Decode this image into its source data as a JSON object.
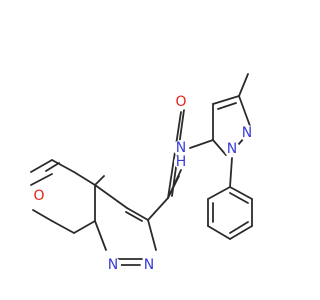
{
  "colors": {
    "carbon": "#2a2a2a",
    "nitrogen": "#3a3ad8",
    "oxygen": "#e0251b",
    "background": "#ffffff"
  },
  "atoms": {
    "pyran_o": {
      "element": "O",
      "label": "O"
    },
    "carbonyl_o": {
      "element": "O",
      "label": "O"
    },
    "pyridazine_n1": {
      "element": "N",
      "label": "N"
    },
    "pyridazine_n2": {
      "element": "N",
      "label": "N"
    },
    "amide_n": {
      "element": "N",
      "label": "N"
    },
    "amide_h": {
      "element": "H",
      "label": "H"
    },
    "pyrazole_n2": {
      "element": "N",
      "label": "N"
    },
    "pyrazole_n1": {
      "element": "N",
      "label": "N"
    }
  }
}
